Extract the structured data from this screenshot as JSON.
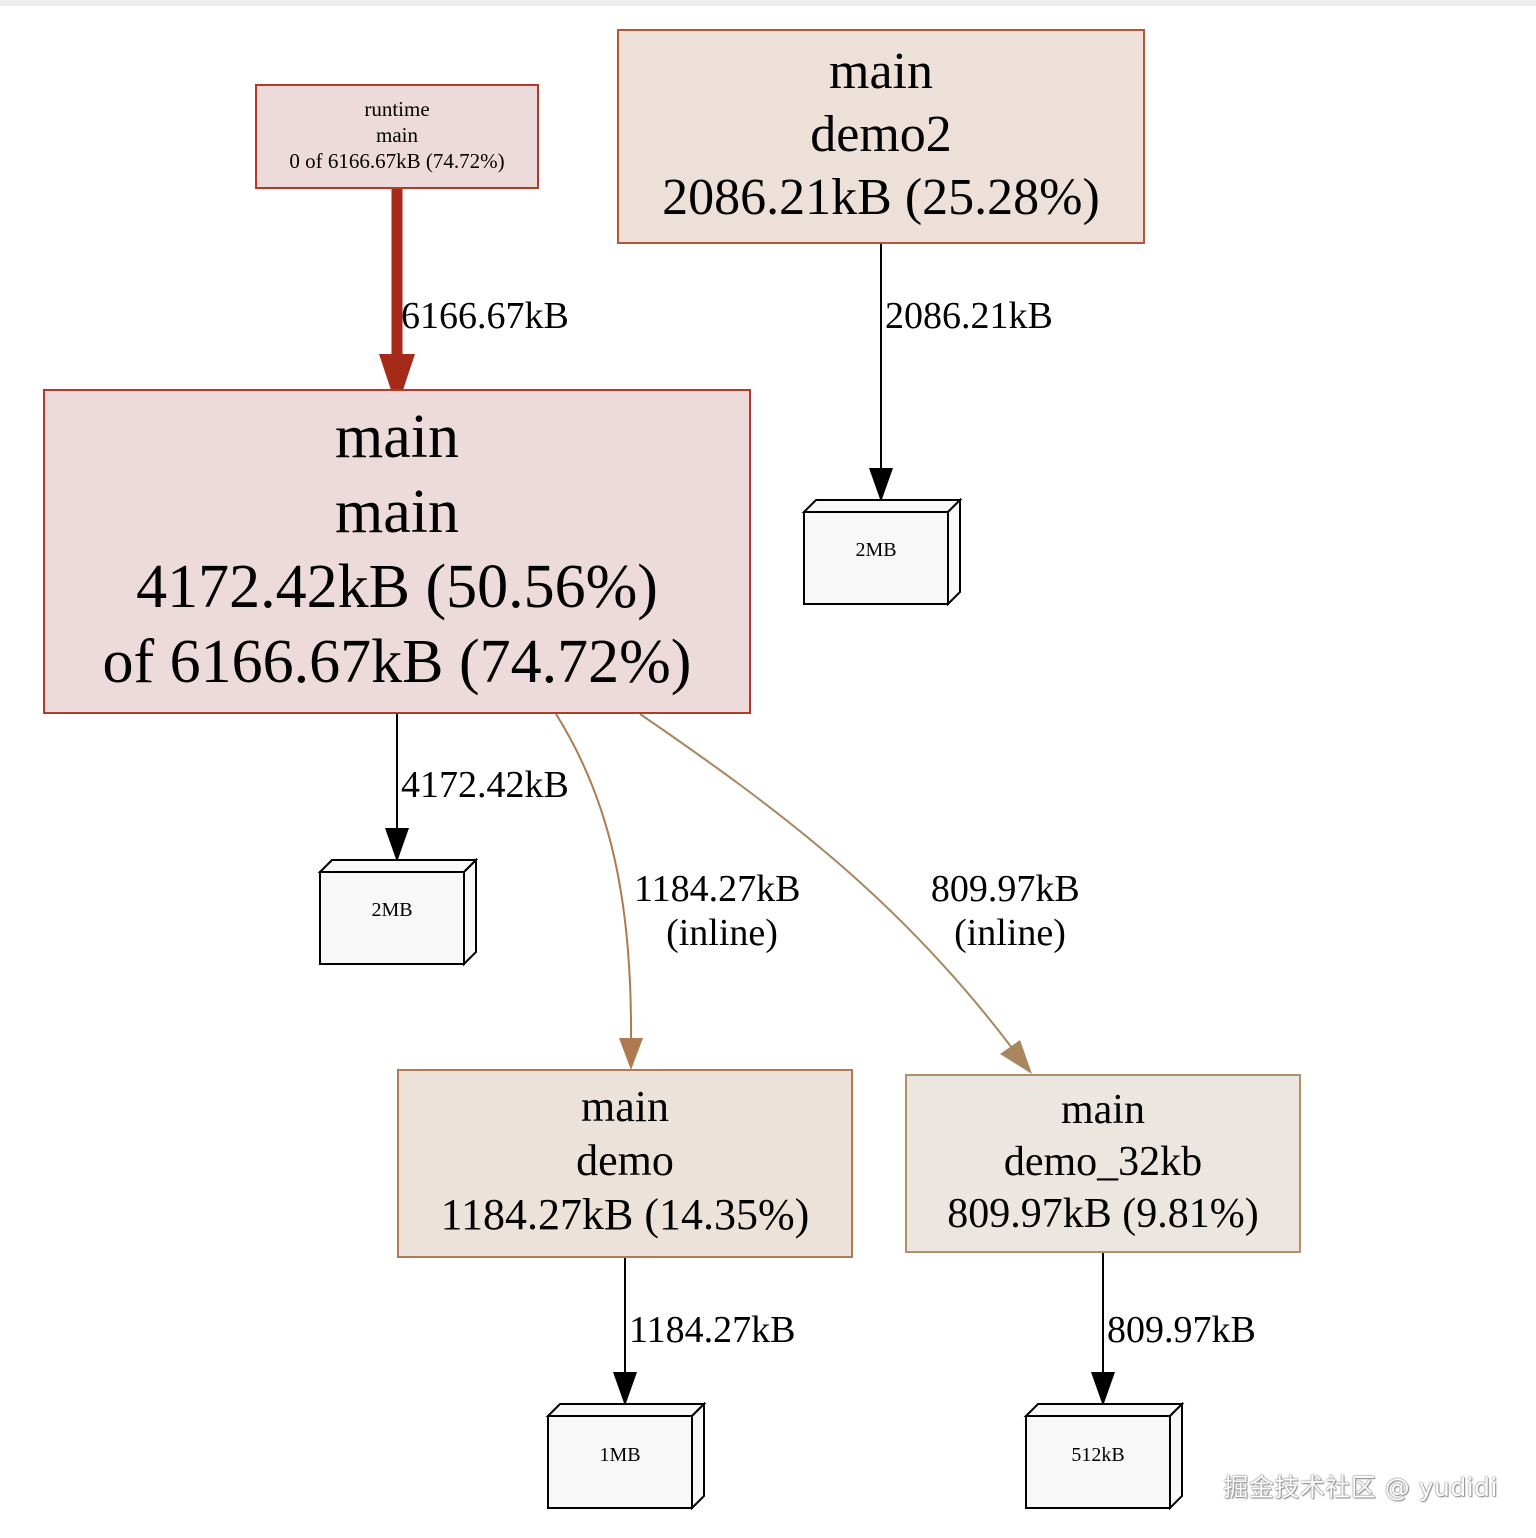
{
  "colors": {
    "hot_edge": "#a52a1a",
    "hot_node_fill": "#eddada",
    "hot_node_border": "#b23a2a",
    "demo2_fill": "#ede0d8",
    "demo2_border": "#b5553a",
    "demo_fill": "#ede2da",
    "demo_border": "#b07a55",
    "demo32_fill": "#ebe6e0",
    "demo32_border": "#b0906a",
    "demo_edge": "#b07a50",
    "demo32_edge": "#a8865e",
    "leaf_fill": "#f8f8f8"
  },
  "nodes": {
    "runtime_main": {
      "line1": "runtime",
      "line2": "main",
      "line3": "0 of 6166.67kB (74.72%)"
    },
    "main_demo2": {
      "line1": "main",
      "line2": "demo2",
      "line3": "2086.21kB (25.28%)"
    },
    "main_main": {
      "line1": "main",
      "line2": "main",
      "line3": "4172.42kB (50.56%)",
      "line4": "of 6166.67kB (74.72%)"
    },
    "main_demo": {
      "line1": "main",
      "line2": "demo",
      "line3": "1184.27kB (14.35%)"
    },
    "main_demo_32kb": {
      "line1": "main",
      "line2": "demo_32kb",
      "line3": "809.97kB (9.81%)"
    }
  },
  "leaves": {
    "demo2_leaf": "2MB",
    "main_leaf": "2MB",
    "demo_leaf": "1MB",
    "demo32_leaf": "512kB"
  },
  "edges": {
    "runtime_to_main": "6166.67kB",
    "demo2_to_leaf": "2086.21kB",
    "main_to_leaf": "4172.42kB",
    "main_to_demo": {
      "line1": "1184.27kB",
      "line2": "(inline)"
    },
    "main_to_demo32": {
      "line1": "809.97kB",
      "line2": "(inline)"
    },
    "demo_to_leaf": "1184.27kB",
    "demo32_to_leaf": "809.97kB"
  },
  "watermark": "掘金技术社区 @ yudidi"
}
